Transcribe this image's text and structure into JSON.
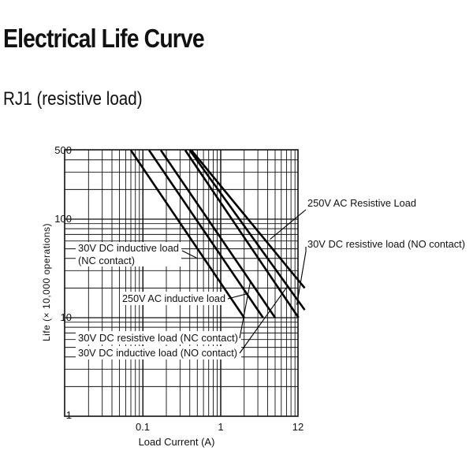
{
  "page": {
    "title": "Electrical Life Curve",
    "subtitle": "RJ1 (resistive load)"
  },
  "chart_data": {
    "type": "line",
    "xlabel": "Load Current (A)",
    "ylabel": "Life (× 10,000 operations)",
    "xscale": "log",
    "yscale": "log",
    "xlim": [
      0.01,
      12
    ],
    "ylim": [
      1,
      500
    ],
    "xticks": [
      0.1,
      1,
      12
    ],
    "xtick_labels": [
      "0.1",
      "1",
      "12"
    ],
    "yticks": [
      1,
      10,
      100,
      500
    ],
    "ytick_labels": [
      "1",
      "10",
      "100",
      "500"
    ],
    "grid": true,
    "series": [
      {
        "name": "30V DC inductive load (NC contact)",
        "x": [
          0.07,
          2
        ],
        "y": [
          500,
          10
        ]
      },
      {
        "name": "30V DC resistive load (NC contact)",
        "x": [
          0.12,
          3.5
        ],
        "y": [
          500,
          10
        ]
      },
      {
        "name": "250V AC inductive load",
        "x": [
          0.17,
          5
        ],
        "y": [
          500,
          10
        ]
      },
      {
        "name": "30V DC inductive load (NO contact)",
        "x": [
          0.35,
          10
        ],
        "y": [
          500,
          10
        ]
      },
      {
        "name": "30V DC resistive load (NO contact)",
        "x": [
          0.4,
          12
        ],
        "y": [
          500,
          12
        ]
      },
      {
        "name": "250V AC Resistive Load",
        "x": [
          0.42,
          12
        ],
        "y": [
          500,
          20
        ]
      }
    ],
    "annotations": [
      {
        "text": "250V AC Resistive Load",
        "series": 5,
        "point": [
          4.3,
          62.5
        ]
      },
      {
        "text": "30V DC resistive load (NO contact)",
        "series": 4,
        "point": [
          9.5,
          13.5
        ]
      },
      {
        "text": "30V DC inductive load",
        "text2": "(NC contact)",
        "series": 0,
        "point": [
          0.49,
          40.4
        ]
      },
      {
        "text": "250V AC inductive load",
        "series": 2,
        "point": [
          2.13,
          17.4
        ]
      },
      {
        "text": "30V DC resistive load (NC contact)",
        "series": 1,
        "point": [
          2.41,
          23.5
        ]
      },
      {
        "text": "30V DC inductive load (NO contact)",
        "series": 3,
        "point": [
          7.0,
          20.2
        ]
      }
    ]
  }
}
